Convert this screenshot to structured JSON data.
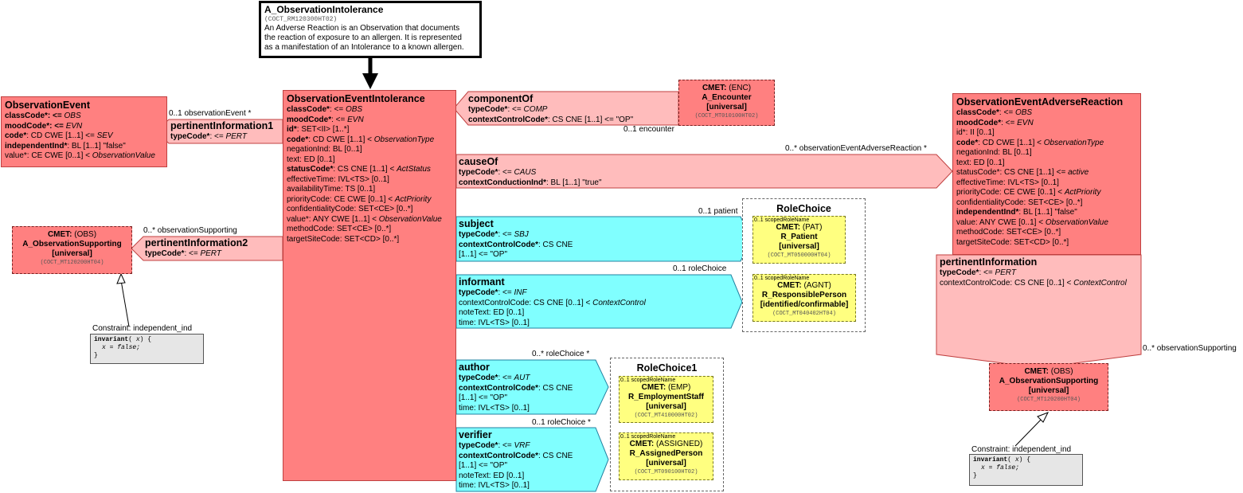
{
  "header": {
    "name": "A_ObservationIntolerance",
    "code": "(COCT_RM120300HT02)",
    "desc1": "An Adverse Reaction is an Observation that documents",
    "desc2": "the reaction of exposure to an allergen.  It is represented",
    "desc3": "as a manifestation of an Intolerance to a known allergen."
  },
  "obsEvent": {
    "title": "ObservationEvent",
    "l1a": "classCode*",
    "l1b": ": <= ",
    "l1c": "OBS",
    "l2a": "moodCode*",
    "l2b": ": <= ",
    "l2c": "EVN",
    "l3a": "code*",
    "l3b": ": CD CWE [1..1] <= ",
    "l3c": "SEV",
    "l4a": "independentInd*",
    "l4b": ": BL [1..1] \"false\"",
    "l5a": "value*: CE CWE [0..1] < ",
    "l5b": "ObservationValue"
  },
  "pi1": {
    "label": "0..1 observationEvent  *",
    "title": "pertinentInformation1",
    "ta": "typeCode*",
    "tb": ": <= ",
    "tc": "PERT"
  },
  "pi2": {
    "label": "0..* observationSupporting",
    "title": "pertinentInformation2",
    "ta": "typeCode*",
    "tb": ": <= ",
    "tc": "PERT"
  },
  "cmetObsLeft": {
    "l1a": "CMET:",
    "l1b": " (OBS)",
    "l2": "A_ObservationSupporting",
    "l3": "[universal]",
    "code": "(COCT_MT120200HT04)"
  },
  "consLeft": {
    "label": "Constraint: independent_ind",
    "l1a": "invariant",
    "l1b": "( ",
    "l1c": "x",
    "l1d": ") {",
    "l2": "x = false;",
    "l3": "}"
  },
  "main": {
    "title": "ObservationEventIntolerance",
    "lines": [
      {
        "a": "classCode*",
        "b": ": <= ",
        "c": "OBS",
        "bold": true
      },
      {
        "a": "moodCode*",
        "b": ": <= ",
        "c": "EVN",
        "bold": true
      },
      {
        "a": "id*",
        "b": ": SET<II> [1..*]",
        "c": "",
        "bold": true
      },
      {
        "a": "code*",
        "b": ": CD CWE [1..1] < ",
        "c": "ObservationType",
        "bold": true
      },
      {
        "a": "negationInd: BL [0..1]",
        "b": "",
        "c": "",
        "bold": false
      },
      {
        "a": "text: ED [0..1]",
        "b": "",
        "c": "",
        "bold": false
      },
      {
        "a": "statusCode*",
        "b": ": CS CNE [1..1] < ",
        "c": "ActStatus",
        "bold": true
      },
      {
        "a": "effectiveTime: IVL<TS> [0..1]",
        "b": "",
        "c": "",
        "bold": false
      },
      {
        "a": "availabilityTime: TS [0..1]",
        "b": "",
        "c": "",
        "bold": false
      },
      {
        "a": "priorityCode: CE CWE [0..1] < ",
        "b": "",
        "c": "ActPriority",
        "bold": false
      },
      {
        "a": "confidentialityCode: SET<CE> [0..*]",
        "b": "",
        "c": "",
        "bold": false
      },
      {
        "a": "value*: ANY CWE [1..1] < ",
        "b": "",
        "c": "ObservationValue",
        "bold": false
      },
      {
        "a": "methodCode: SET<CE> [0..*]",
        "b": "",
        "c": "",
        "bold": false
      },
      {
        "a": "targetSiteCode: SET<CD> [0..*]",
        "b": "",
        "c": "",
        "bold": false
      }
    ]
  },
  "componentOf": {
    "title": "componentOf",
    "ta": "typeCode*",
    "tb": ": <= ",
    "tc": "COMP",
    "ca": "contextControlCode*",
    "cb": ": CS CNE [1..1] <= \"OP\"",
    "label": "0..1 encounter"
  },
  "cmetEnc": {
    "l1a": "CMET:",
    "l1b": " (ENC)",
    "l2": "A_Encounter",
    "l3": "[universal]",
    "code": "(COCT_MT010100HT02)"
  },
  "causeOf": {
    "label": "0..* observationEventAdverseReaction  *",
    "title": "causeOf",
    "ta": "typeCode*",
    "tb": ": <= ",
    "tc": "CAUS",
    "ca": "contextConductionInd*",
    "cb": ": BL [1..1] \"true\""
  },
  "subject": {
    "label": "0..1 patient",
    "title": "subject",
    "ta": "typeCode*",
    "tb": ": <= ",
    "tc": "SBJ",
    "ca": "contextControlCode*",
    "cb": ": CS CNE",
    "cc": " [1..1] <= \"OP\""
  },
  "informant": {
    "label": "0..1 roleChoice",
    "title": "informant",
    "ta": "typeCode*",
    "tb": ": <= ",
    "tc": "INF",
    "l2a": "contextControlCode: CS CNE [0..1] < ",
    "l2b": "ContextControl",
    "l3": "noteText: ED [0..1]",
    "l4": "time: IVL<TS> [0..1]"
  },
  "author": {
    "label": "0..* roleChoice  *",
    "title": "author",
    "ta": "typeCode*",
    "tb": ": <= ",
    "tc": "AUT",
    "ca": "contextControlCode*",
    "cb": ": CS CNE",
    "cc": " [1..1] <= \"OP\"",
    "l4": "time: IVL<TS> [0..1]"
  },
  "verifier": {
    "label": "0..1 roleChoice  *",
    "title": "verifier",
    "ta": "typeCode*",
    "tb": ": <= ",
    "tc": "VRF",
    "ca": "contextControlCode*",
    "cb": ": CS CNE",
    "cc": " [1..1] <= \"OP\"",
    "l4": "noteText: ED [0..1]",
    "l5": "time: IVL<TS> [0..1]"
  },
  "roleChoice": {
    "title": "RoleChoice",
    "patient": {
      "scoped": "0..1 scopedRoleName",
      "l1a": "CMET:",
      "l1b": " (PAT)",
      "l2": "R_Patient",
      "l3": "[universal]",
      "code": "(COCT_MT050000HT04)"
    },
    "resp": {
      "scoped": "0..1 scopedRoleName",
      "l1a": "CMET:",
      "l1b": " (AGNT)",
      "l2": "R_ResponsiblePerson",
      "l3": "[identified/confirmable]",
      "code": "(COCT_MT040402HT04)"
    }
  },
  "roleChoice1": {
    "title": "RoleChoice1",
    "emp": {
      "scoped": "0..1 scopedRoleName",
      "l1a": "CMET:",
      "l1b": " (EMP)",
      "l2": "R_EmploymentStaff",
      "l3": "[universal]",
      "code": "(COCT_MT410000HT02)"
    },
    "assigned": {
      "scoped": "0..1 scopedRoleName",
      "l1a": "CMET:",
      "l1b": " (ASSIGNED)",
      "l2": "R_AssignedPerson",
      "l3": "[universal]",
      "code": "(COCT_MT090100HT02)"
    }
  },
  "adverse": {
    "title": "ObservationEventAdverseReaction",
    "lines": [
      {
        "a": "classCode*",
        "b": ": <= ",
        "c": "OBS",
        "bold": true
      },
      {
        "a": "moodCode*",
        "b": ": <= ",
        "c": "EVN",
        "bold": true
      },
      {
        "a": "id*: II [0..1]",
        "b": "",
        "c": "",
        "bold": false
      },
      {
        "a": "code*",
        "b": ": CD CWE [1..1] < ",
        "c": "ObservationType",
        "bold": true
      },
      {
        "a": "negationInd: BL [0..1]",
        "b": "",
        "c": "",
        "bold": false
      },
      {
        "a": "text: ED [0..1]",
        "b": "",
        "c": "",
        "bold": false
      },
      {
        "a": "statusCode*: CS CNE [1..1] <= ",
        "b": "",
        "c": "active",
        "bold": false
      },
      {
        "a": "effectiveTime: IVL<TS> [0..1]",
        "b": "",
        "c": "",
        "bold": false
      },
      {
        "a": "priorityCode: CE CWE [0..1] < ",
        "b": "",
        "c": "ActPriority",
        "bold": false
      },
      {
        "a": "confidentialityCode: SET<CE> [0..*]",
        "b": "",
        "c": "",
        "bold": false
      },
      {
        "a": "independentInd*",
        "b": ": BL [1..1] \"false\"",
        "c": "",
        "bold": true
      },
      {
        "a": "value: ANY CWE [0..1] < ",
        "b": "",
        "c": "ObservationValue",
        "bold": false
      },
      {
        "a": "methodCode: SET<CE> [0..*]",
        "b": "",
        "c": "",
        "bold": false
      },
      {
        "a": "targetSiteCode: SET<CD> [0..*]",
        "b": "",
        "c": "",
        "bold": false
      }
    ]
  },
  "piRight": {
    "title": "pertinentInformation",
    "ta": "typeCode*",
    "tb": ": <= ",
    "tc": "PERT",
    "l2a": "contextControlCode: CS CNE [0..1] < ",
    "l2b": "ContextControl",
    "label": "0..* observationSupporting"
  },
  "cmetObsRight": {
    "l1a": "CMET:",
    "l1b": " (OBS)",
    "l2": "A_ObservationSupporting",
    "l3": "[universal]",
    "code": "(COCT_MT120200HT04)"
  },
  "consRight": {
    "label": "Constraint: independent_ind",
    "l1a": "invariant",
    "l1b": "( ",
    "l1c": "x",
    "l1d": ") {",
    "l2": "x = false;",
    "l3": "}"
  }
}
